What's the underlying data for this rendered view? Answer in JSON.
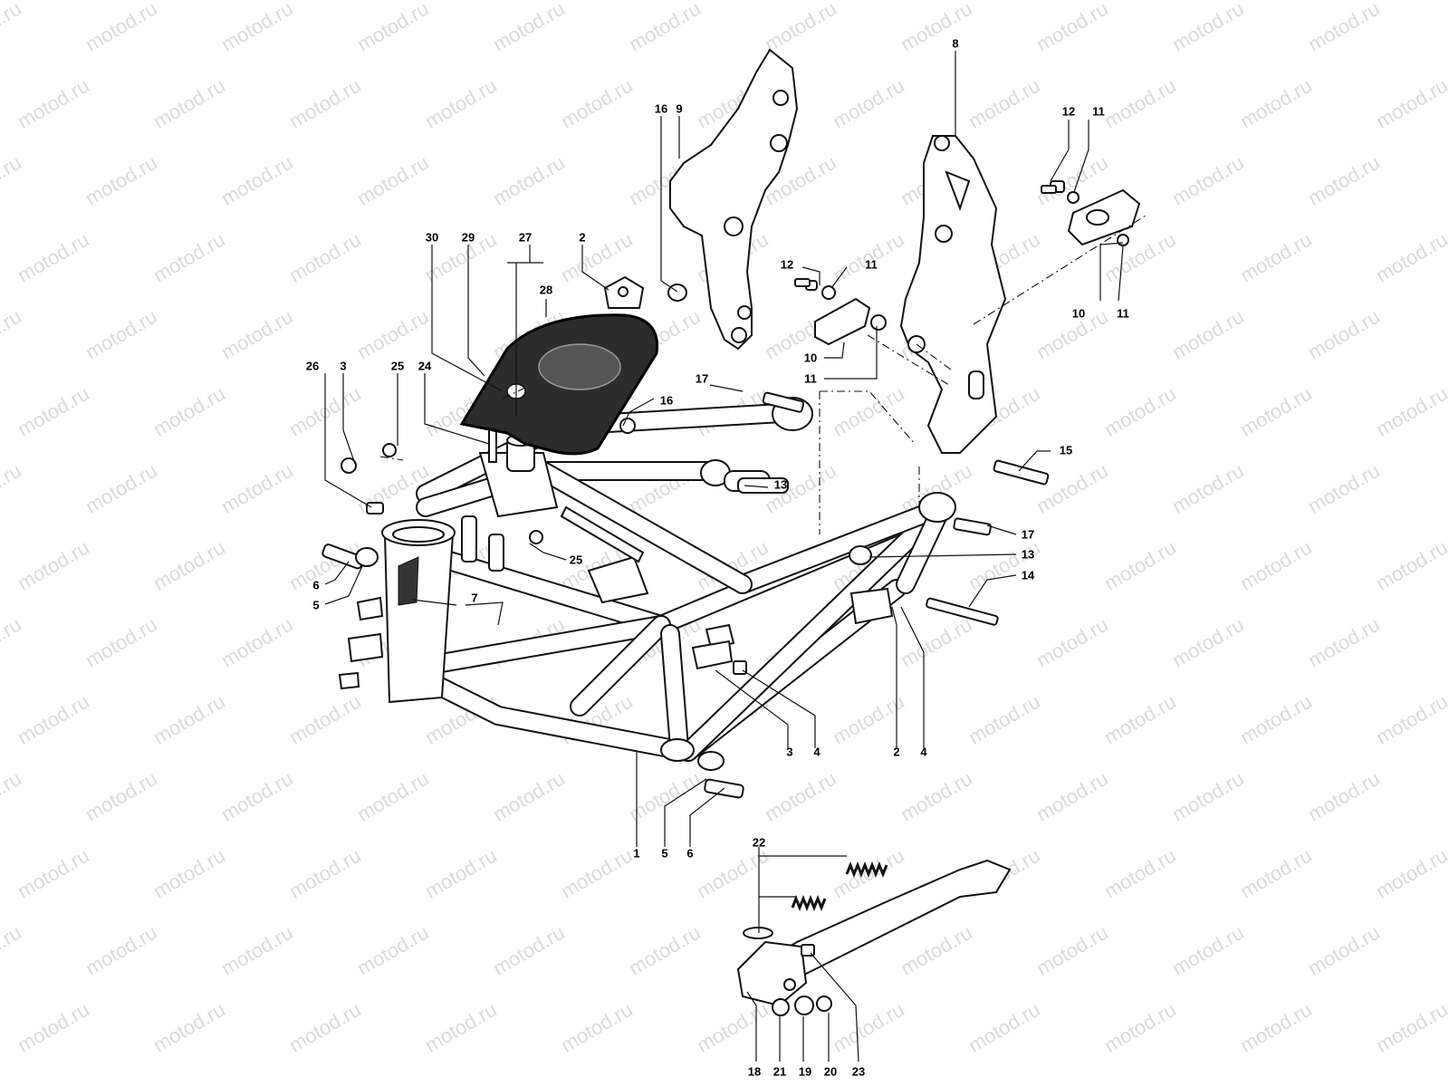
{
  "watermark": "motod.ru",
  "colors": {
    "ink": "#111111",
    "watermark": "#dadada",
    "background": "#ffffff"
  },
  "callouts": [
    {
      "id": "c8",
      "text": "8"
    },
    {
      "id": "c16a",
      "text": "16"
    },
    {
      "id": "c9",
      "text": "9"
    },
    {
      "id": "c12a",
      "text": "12"
    },
    {
      "id": "c11a",
      "text": "11"
    },
    {
      "id": "c30",
      "text": "30"
    },
    {
      "id": "c29",
      "text": "29"
    },
    {
      "id": "c27",
      "text": "27"
    },
    {
      "id": "c2a",
      "text": "2"
    },
    {
      "id": "c28",
      "text": "28"
    },
    {
      "id": "c12b",
      "text": "12"
    },
    {
      "id": "c11b",
      "text": "11"
    },
    {
      "id": "c10a",
      "text": "10"
    },
    {
      "id": "c11c",
      "text": "11"
    },
    {
      "id": "c10b",
      "text": "10"
    },
    {
      "id": "c11d",
      "text": "11"
    },
    {
      "id": "c26",
      "text": "26"
    },
    {
      "id": "c3a",
      "text": "3"
    },
    {
      "id": "c25a",
      "text": "25"
    },
    {
      "id": "c24",
      "text": "24"
    },
    {
      "id": "c17a",
      "text": "17"
    },
    {
      "id": "c16b",
      "text": "16"
    },
    {
      "id": "c15",
      "text": "15"
    },
    {
      "id": "c13a",
      "text": "13"
    },
    {
      "id": "c17b",
      "text": "17"
    },
    {
      "id": "c13b",
      "text": "13"
    },
    {
      "id": "c14",
      "text": "14"
    },
    {
      "id": "c6a",
      "text": "6"
    },
    {
      "id": "c5a",
      "text": "5"
    },
    {
      "id": "c25b",
      "text": "25"
    },
    {
      "id": "c7",
      "text": "7"
    },
    {
      "id": "c3b",
      "text": "3"
    },
    {
      "id": "c4a",
      "text": "4"
    },
    {
      "id": "c2b",
      "text": "2"
    },
    {
      "id": "c4b",
      "text": "4"
    },
    {
      "id": "c1",
      "text": "1"
    },
    {
      "id": "c5b",
      "text": "5"
    },
    {
      "id": "c6b",
      "text": "6"
    },
    {
      "id": "c22",
      "text": "22"
    },
    {
      "id": "c18",
      "text": "18"
    },
    {
      "id": "c21",
      "text": "21"
    },
    {
      "id": "c19",
      "text": "19"
    },
    {
      "id": "c20",
      "text": "20"
    },
    {
      "id": "c23",
      "text": "23"
    }
  ]
}
